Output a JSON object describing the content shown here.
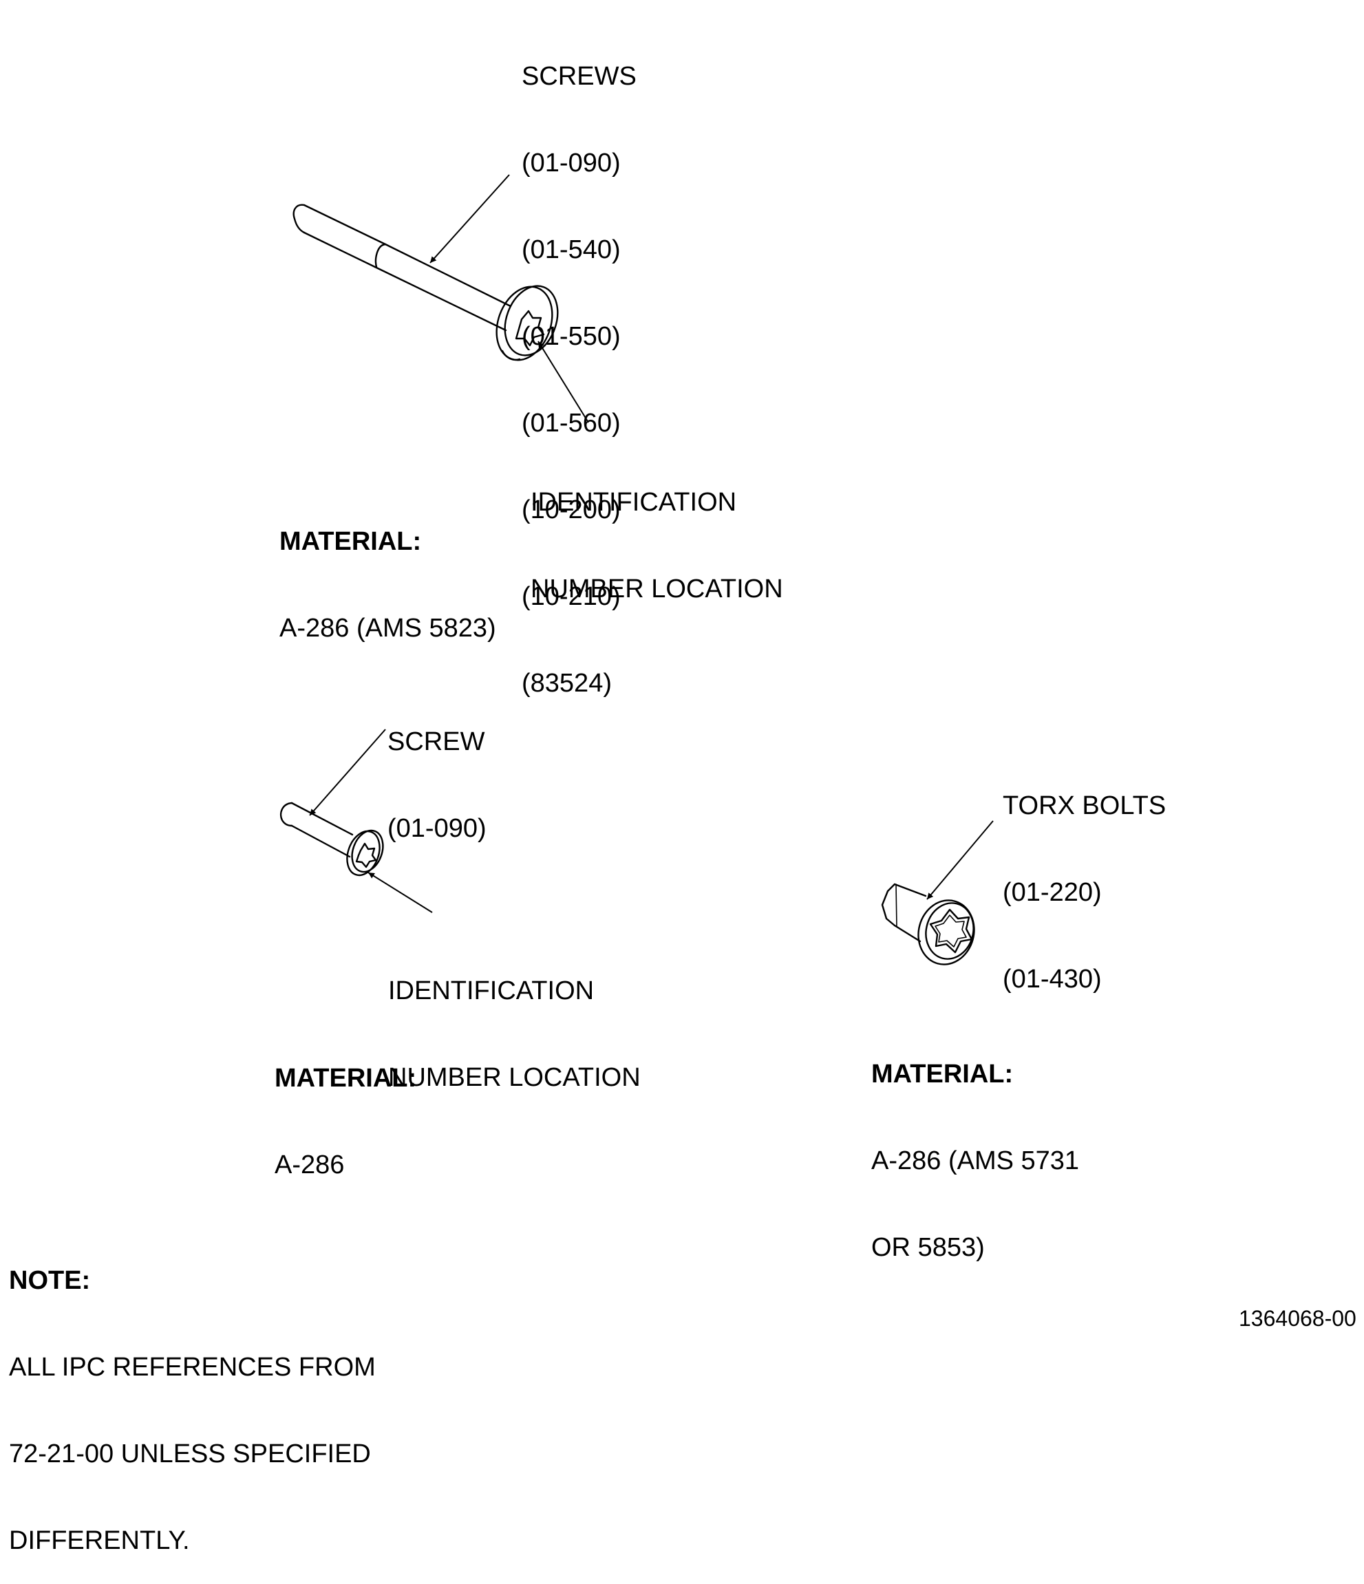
{
  "screws_main": {
    "title": "SCREWS",
    "refs": [
      "(01-090)",
      "(01-540)",
      "(01-550)",
      "(01-560)",
      "(10-200)",
      "(10-210)",
      "(83524)"
    ],
    "id_label_1": "IDENTIFICATION",
    "id_label_2": "NUMBER LOCATION",
    "material_label": "MATERIAL:",
    "material_value": "A-286 (AMS 5823)"
  },
  "screw_single": {
    "title": "SCREW",
    "ref": "(01-090)",
    "id_label_1": "IDENTIFICATION",
    "id_label_2": "NUMBER LOCATION",
    "material_label": "MATERIAL:",
    "material_value": "A-286"
  },
  "torx_bolts": {
    "title": "TORX BOLTS",
    "refs": [
      "(01-220)",
      "(01-430)"
    ],
    "material_label": "MATERIAL:",
    "material_value_1": "A-286 (AMS 5731",
    "material_value_2": "OR 5853)"
  },
  "note": {
    "label": "NOTE:",
    "lines": [
      "ALL IPC REFERENCES FROM",
      "72-21-00 UNLESS SPECIFIED",
      "DIFFERENTLY."
    ]
  },
  "figure_number": "1364068-00"
}
